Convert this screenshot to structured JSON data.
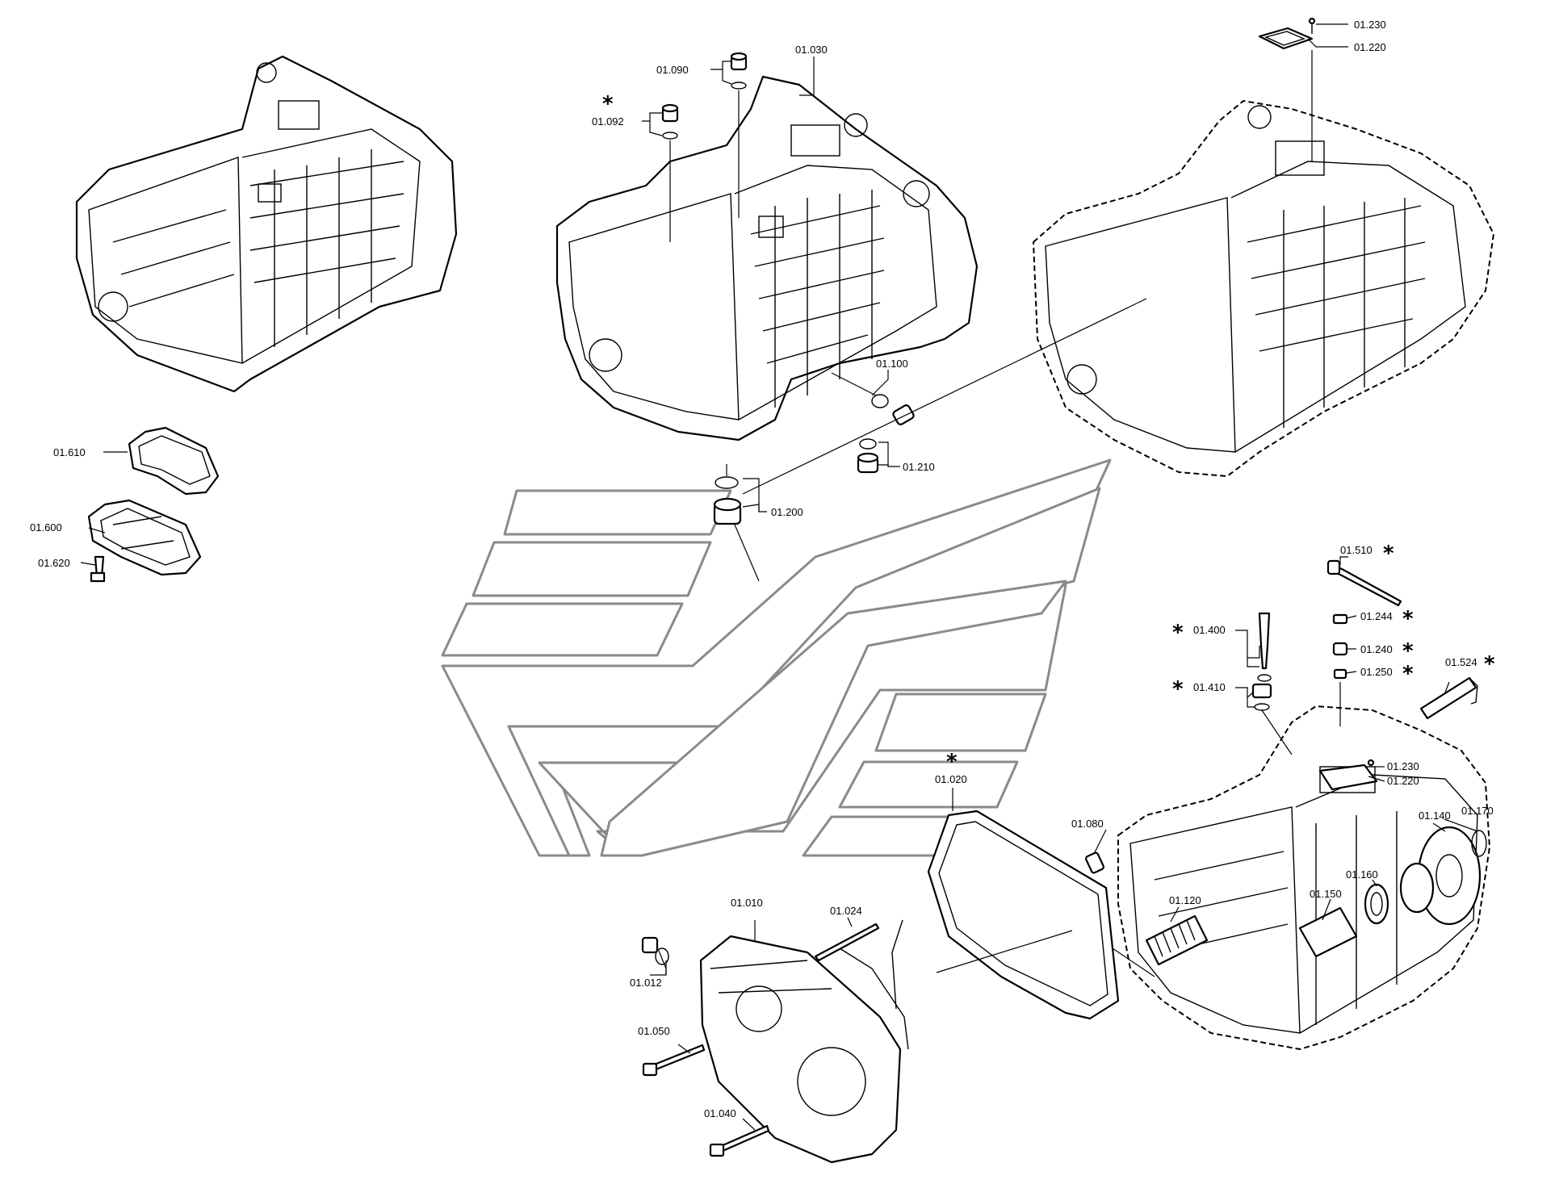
{
  "callouts": {
    "c01_010": "01.010",
    "c01_012": "01.012",
    "c01_020": "01.020",
    "c01_024": "01.024",
    "c01_030": "01.030",
    "c01_040": "01.040",
    "c01_050": "01.050",
    "c01_080": "01.080",
    "c01_090": "01.090",
    "c01_092": "01.092",
    "c01_100": "01.100",
    "c01_120": "01.120",
    "c01_140": "01.140",
    "c01_150": "01.150",
    "c01_160": "01.160",
    "c01_170": "01.170",
    "c01_200": "01.200",
    "c01_210": "01.210",
    "c01_220_top": "01.220",
    "c01_230_top": "01.230",
    "c01_220_right": "01.220",
    "c01_230_right": "01.230",
    "c01_240": "01.240",
    "c01_244": "01.244",
    "c01_250": "01.250",
    "c01_400": "01.400",
    "c01_410": "01.410",
    "c01_510": "01.510",
    "c01_524": "01.524",
    "c01_600": "01.600",
    "c01_610": "01.610",
    "c01_620": "01.620"
  },
  "markers": {
    "asterisk": "*"
  }
}
